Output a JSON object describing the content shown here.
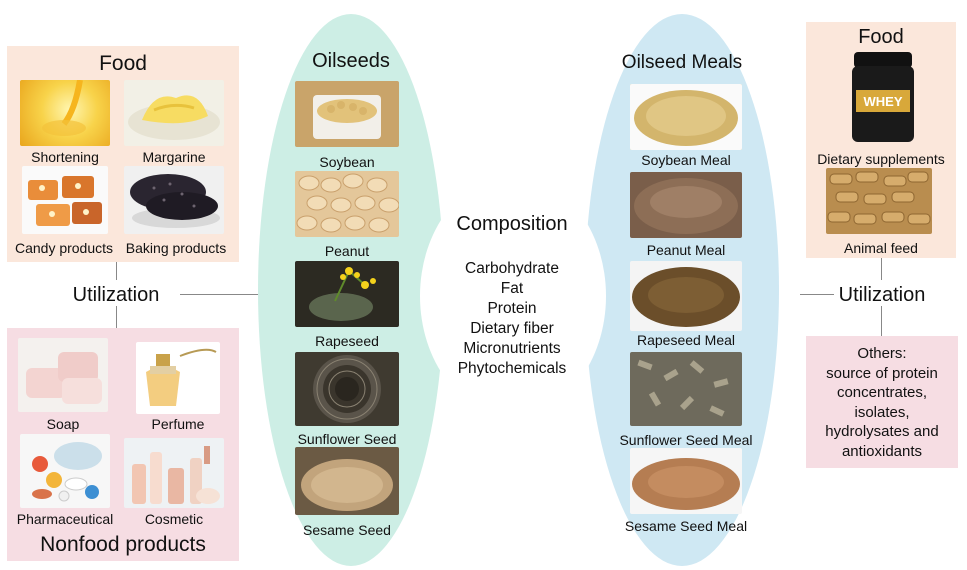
{
  "colors": {
    "peach_panel": "#fbe7db",
    "pink_panel": "#f6dde3",
    "green_oval": "#cdeee5",
    "blue_oval": "#cfe8f3",
    "connector": "#888888"
  },
  "left_food": {
    "title": "Food",
    "items": [
      {
        "label": "Shortening",
        "icon": "shortening-photo"
      },
      {
        "label": "Margarine",
        "icon": "margarine-photo"
      },
      {
        "label": "Candy products",
        "icon": "candy-photo"
      },
      {
        "label": "Baking products",
        "icon": "baking-photo"
      }
    ]
  },
  "left_nonfood": {
    "title": "Nonfood products",
    "items": [
      {
        "label": "Soap",
        "icon": "soap-photo"
      },
      {
        "label": "Perfume",
        "icon": "perfume-photo"
      },
      {
        "label": "Pharmaceutical",
        "icon": "pills-photo"
      },
      {
        "label": "Cosmetic",
        "icon": "cosmetic-photo"
      }
    ]
  },
  "left_utilization": "Utilization",
  "oilseeds": {
    "title": "Oilseeds",
    "items": [
      "Soybean",
      "Peanut",
      "Rapeseed",
      "Sunflower Seed",
      "Sesame Seed"
    ]
  },
  "composition": {
    "title": "Composition",
    "items": [
      "Carbohydrate",
      "Fat",
      "Protein",
      "Dietary fiber",
      "Micronutrients",
      "Phytochemicals"
    ]
  },
  "meals": {
    "title": "Oilseed Meals",
    "items": [
      "Soybean Meal",
      "Peanut Meal",
      "Rapeseed Meal",
      "Sunflower Seed Meal",
      "Sesame Seed Meal"
    ]
  },
  "right_food": {
    "title": "Food",
    "whey_brand": "WHEY",
    "items": [
      {
        "label": "Dietary supplements",
        "icon": "whey-tub-photo"
      },
      {
        "label": "Animal feed",
        "icon": "feed-pellets-photo"
      }
    ]
  },
  "right_utilization": "Utilization",
  "right_others": {
    "lines": [
      "Others:",
      "source of protein",
      "concentrates,",
      "isolates,",
      "hydrolysates and",
      "antioxidants"
    ]
  }
}
